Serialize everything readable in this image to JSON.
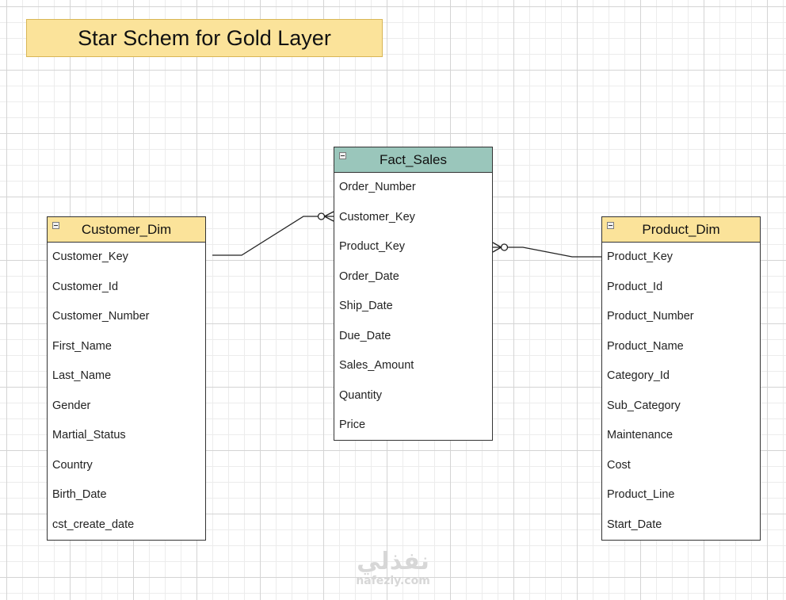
{
  "title": "Star Schem for Gold Layer",
  "entities": {
    "customer_dim": {
      "name": "Customer_Dim",
      "header_color": "#fbe39a",
      "attributes": [
        "Customer_Key",
        "Customer_Id",
        "Customer_Number",
        "First_Name",
        "Last_Name",
        "Gender",
        "Martial_Status",
        "Country",
        "Birth_Date",
        "cst_create_date"
      ]
    },
    "fact_sales": {
      "name": "Fact_Sales",
      "header_color": "#9ac6bb",
      "attributes": [
        "Order_Number",
        "Customer_Key",
        "Product_Key",
        "Order_Date",
        "Ship_Date",
        "Due_Date",
        "Sales_Amount",
        "Quantity",
        "Price"
      ]
    },
    "product_dim": {
      "name": "Product_Dim",
      "header_color": "#fbe39a",
      "attributes": [
        "Product_Key",
        "Product_Id",
        "Product_Number",
        "Product_Name",
        "Category_Id",
        "Sub_Category",
        "Maintenance",
        "Cost",
        "Product_Line",
        "Start_Date"
      ]
    }
  },
  "relationships": [
    {
      "from": "Customer_Dim.Customer_Key",
      "to": "Fact_Sales.Customer_Key",
      "from_cardinality": "one",
      "to_cardinality": "zero-or-many"
    },
    {
      "from": "Product_Dim.Product_Key",
      "to": "Fact_Sales.Product_Key",
      "from_cardinality": "one",
      "to_cardinality": "zero-or-many"
    }
  ],
  "watermark": {
    "arabic": "نفذلي",
    "latin": "nafezly.com"
  }
}
